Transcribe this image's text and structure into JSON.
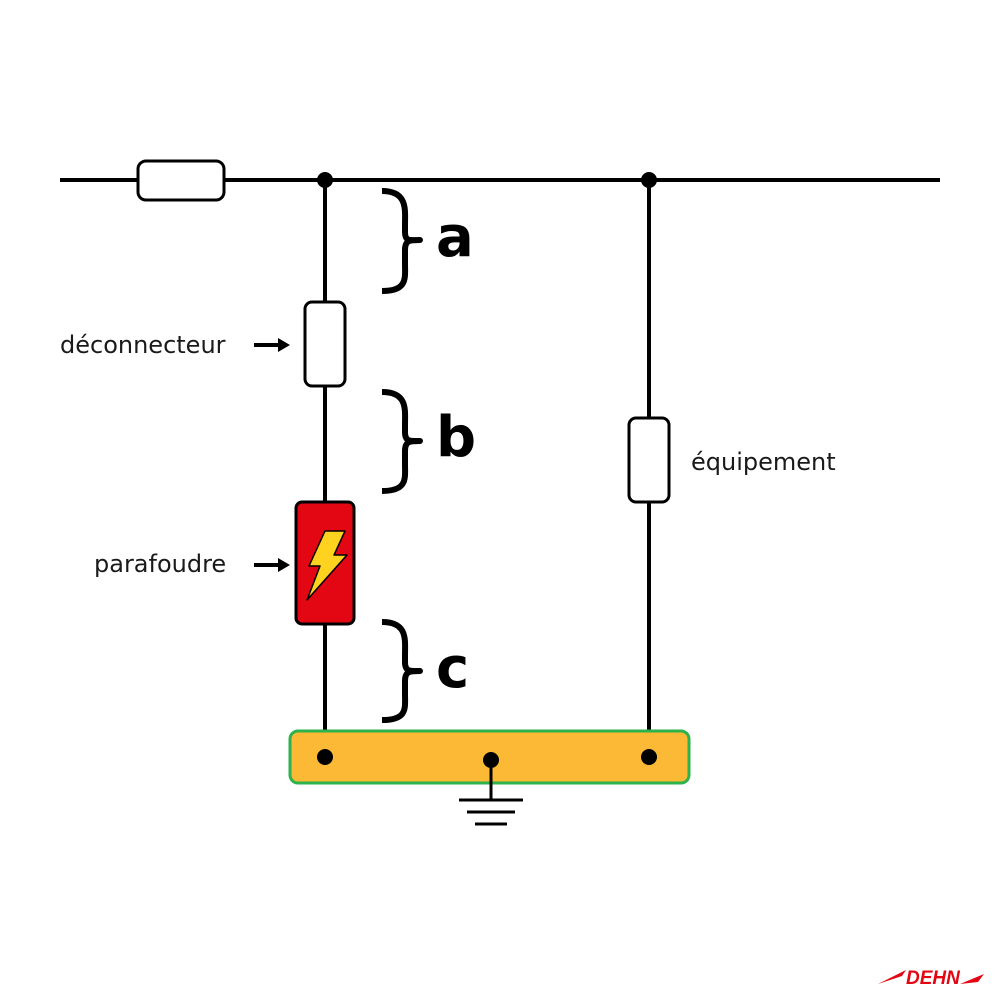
{
  "labels": {
    "disconnector": "déconnecteur",
    "arrester": "parafoudre",
    "equipment": "équipement"
  },
  "segments": [
    "a",
    "b",
    "c"
  ],
  "logo": "DEHN",
  "icons": {
    "arrester": "lightning-bolt-icon",
    "ground": "ground-symbol-icon"
  },
  "colors": {
    "line": "#000000",
    "arrester_fill": "#e30613",
    "bolt_fill": "#ffd21f",
    "earth_bar_fill": "#fbb935",
    "earth_bar_border": "#2eb24b",
    "logo": "#e30613"
  }
}
